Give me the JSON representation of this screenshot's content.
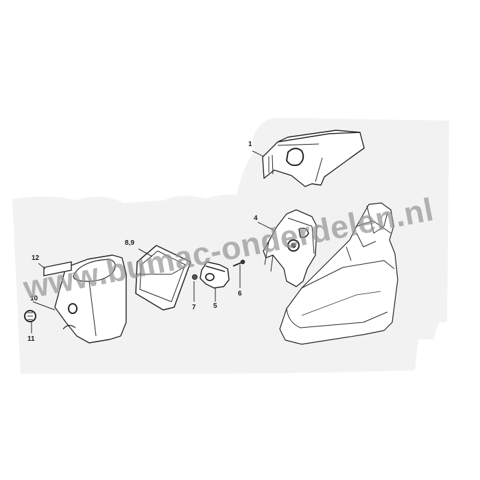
{
  "diagram": {
    "type": "exploded-parts-view",
    "subject": "chainsaw shroud / air filter assembly",
    "background_color": "#ffffff",
    "panel_color": "#f2f2f2",
    "line_color": "#222222",
    "parts": [
      {
        "id": "p1",
        "label": "1",
        "name": "top cover / shroud"
      },
      {
        "id": "p4",
        "label": "4",
        "name": "carburetor box / housing"
      },
      {
        "id": "p5",
        "label": "5",
        "name": "carburetor"
      },
      {
        "id": "p6",
        "label": "6",
        "name": "screw"
      },
      {
        "id": "p7",
        "label": "7",
        "name": "nut"
      },
      {
        "id": "p89",
        "label": "8,9",
        "name": "air filter"
      },
      {
        "id": "p10",
        "label": "10",
        "name": "filter cover"
      },
      {
        "id": "p11",
        "label": "11",
        "name": "twist lock knob"
      },
      {
        "id": "p12",
        "label": "12",
        "name": "label / decal"
      },
      {
        "id": "pbody",
        "label": "",
        "name": "saw body / crankcase"
      }
    ]
  },
  "callouts": {
    "c1": "1",
    "c4": "4",
    "c5": "5",
    "c6": "6",
    "c7": "7",
    "c89": "8,9",
    "c10": "10",
    "c11": "11",
    "c12": "12"
  },
  "watermark": {
    "text": "www.bumac-onderdelen.nl",
    "color": "#969696"
  }
}
